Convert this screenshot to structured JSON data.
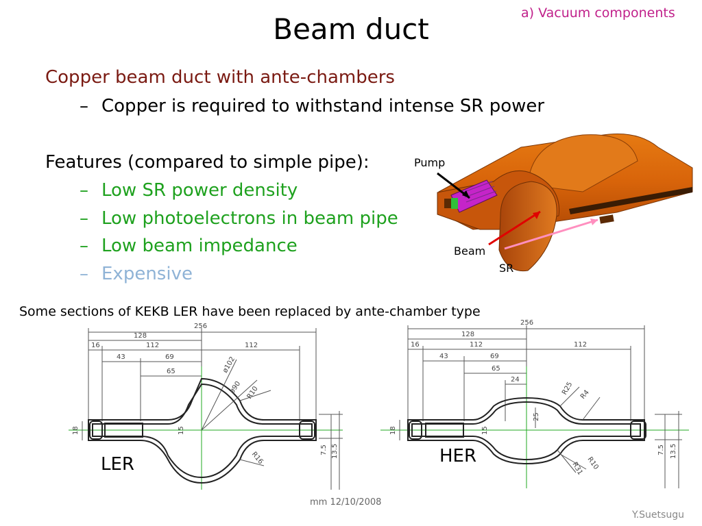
{
  "header": {
    "section_tag": "a) Vacuum components",
    "title": "Beam duct"
  },
  "content": {
    "point1": {
      "heading": "Copper beam duct with ante-chambers",
      "sub": "Copper is required to withstand intense SR power"
    },
    "point2": {
      "heading": "Features (compared to simple pipe):",
      "items": [
        {
          "text": "Low SR power density",
          "color": "#1ea11e"
        },
        {
          "text": "Low photoelectrons in beam pipe",
          "color": "#1ea11e"
        },
        {
          "text": "Low beam impedance",
          "color": "#1ea11e"
        },
        {
          "text": "Expensive",
          "color": "#8fb3d6"
        }
      ]
    },
    "dash": "–",
    "note": "Some sections of KEKB LER have been replaced by ante-chamber type"
  },
  "illustration": {
    "labels": {
      "pump": "Pump",
      "beam": "Beam",
      "sr": "SR"
    }
  },
  "drawings": {
    "ler": {
      "name": "LER",
      "dims": {
        "total": "256",
        "half": "128",
        "a16": "16",
        "a112l": "112",
        "a112r": "112",
        "a43": "43",
        "a69": "69",
        "a65": "65",
        "d102": "ø102",
        "d90": "ø90",
        "r10": "R10",
        "r16": "R16",
        "h18": "18",
        "h15": "15",
        "h75": "7.5",
        "h135": "13.5"
      }
    },
    "her": {
      "name": "HER",
      "dims": {
        "total": "256",
        "half": "128",
        "a16": "16",
        "a112l": "112",
        "a112r": "112",
        "a43": "43",
        "a69": "69",
        "a65": "65",
        "a24": "24",
        "r25": "R25",
        "r4": "R4",
        "r10": "R10",
        "r31": "R31",
        "v25": "25",
        "h18": "18",
        "h15": "15",
        "h75": "7.5",
        "h135": "13.5"
      }
    }
  },
  "footer": {
    "date": "mm 12/10/2008",
    "author": "Y.Suetsugu"
  }
}
